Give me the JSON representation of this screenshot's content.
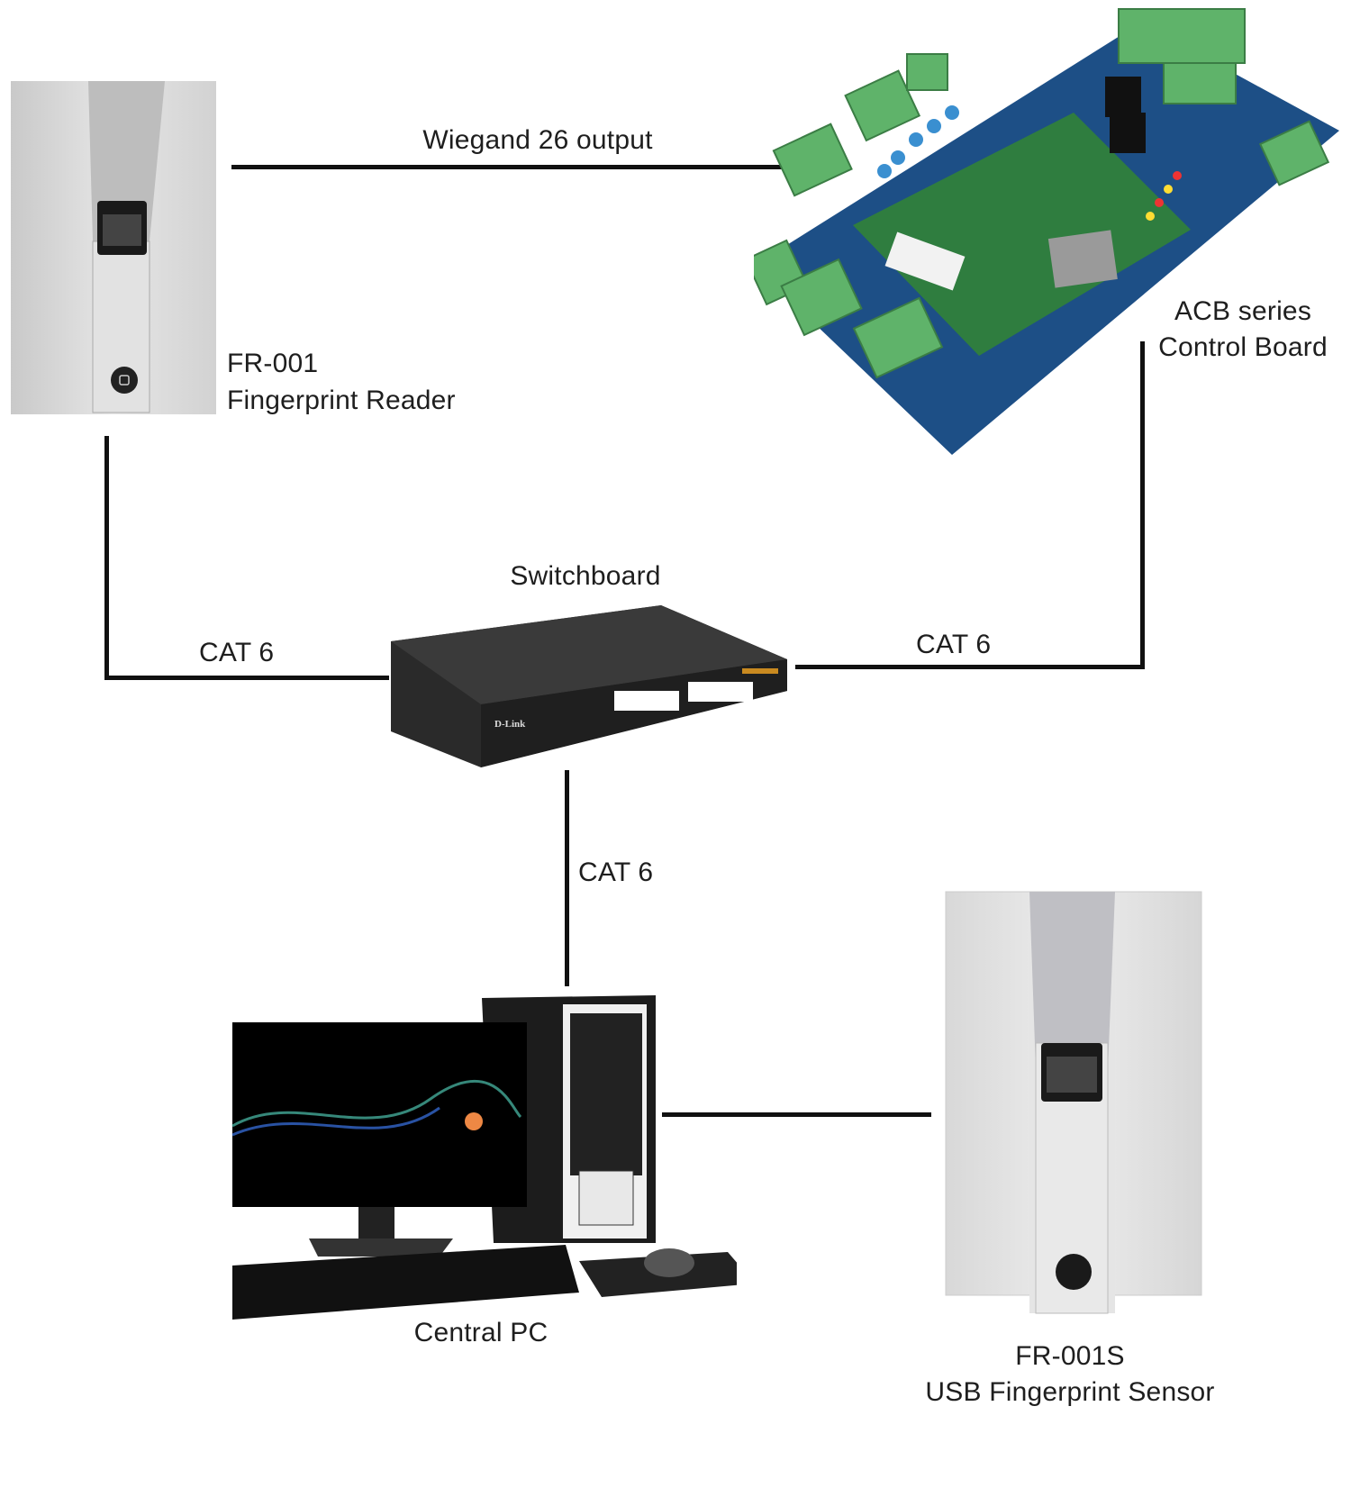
{
  "devices": {
    "reader": {
      "model": "FR-001",
      "name": "Fingerprint Reader"
    },
    "board": {
      "model": "ACB series",
      "name": "Control Board"
    },
    "switch": {
      "name": "Switchboard",
      "brand": "D-Link"
    },
    "pc": {
      "name": "Central PC"
    },
    "sensor": {
      "model": "FR-001S",
      "name": "USB Fingerprint Sensor"
    }
  },
  "connections": {
    "reader_board": "Wiegand 26 output",
    "reader_switch": "CAT 6",
    "board_switch": "CAT 6",
    "switch_pc": "CAT 6"
  },
  "colors": {
    "wire": "#111111",
    "board_pcb": "#1d4f86",
    "terminal": "#5fb36a",
    "switch_body": "#2a2a2a",
    "device_body": "#d9d9d9"
  }
}
